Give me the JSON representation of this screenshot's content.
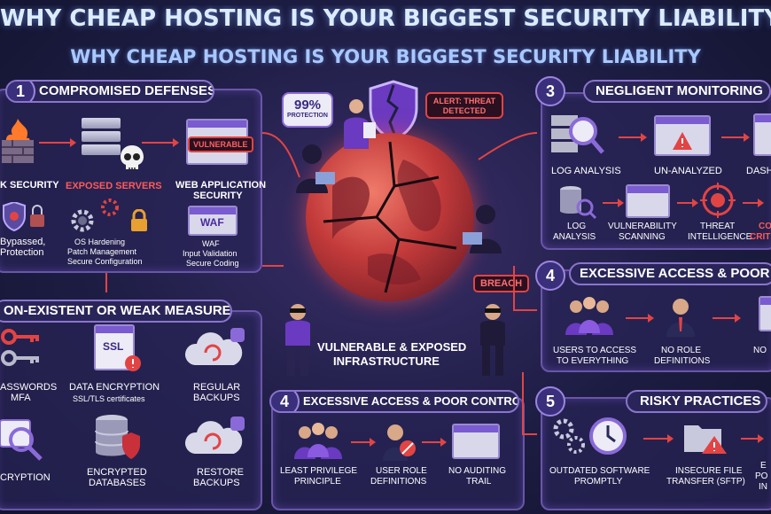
{
  "title": {
    "line1": "WHY CHEAP HOSTING IS YOUR BIGGEST SECURITY LIABILITY",
    "line2": "WHY CHEAP HOSTING IS YOUR BIGGEST SECURITY LIABILITY"
  },
  "center": {
    "protection_pct": "99%",
    "protection_label": "PROTECTION",
    "alert_line1": "ALERT: THREAT",
    "alert_line2": "DETECTED",
    "breach": "BREACH",
    "infra_line1": "VULNERABLE & EXPOSED",
    "infra_line2": "INFRASTRUCTURE"
  },
  "panel1": {
    "num": "1",
    "title": "COMPROMISED DEFENSES",
    "security": "K SECURITY",
    "exposed_servers": "EXPOSED SERVERS",
    "web_app_line1": "WEB APPLICATION",
    "web_app_line2": "SECURITY",
    "vulnerable": "VULNERABLE",
    "bypassed_line1": "Bypassed,",
    "bypassed_line2": "Protection",
    "os_line1": "OS Hardening",
    "os_line2": "Patch Management",
    "os_line3": "Secure Configuration",
    "waf": "WAF",
    "waf_line1": "WAF",
    "waf_line2": "Input Validation",
    "waf_line3": "Secure Coding"
  },
  "panel2": {
    "title": "ON-EXISTENT OR WEAK MEASURES",
    "passwords_line1": "ASSWORDS",
    "passwords_line2": "MFA",
    "ssl": "SSL",
    "encryption_line1": "DATA ENCRYPTION",
    "encryption_line2": "SSL/TLS certificates",
    "backups_line1": "REGULAR",
    "backups_line2": "BACKUPS",
    "crypt": "CRYPTION",
    "enc_db_line1": "ENCRYPTED",
    "enc_db_line2": "DATABASES",
    "restore_line1": "RESTORE",
    "restore_line2": "BACKUPS"
  },
  "panel3": {
    "num": "3",
    "title": "NEGLIGENT MONITORING",
    "log_analysis": "LOG ANALYSIS",
    "unanalyzed": "UN-ANALYZED",
    "dash": "DASH",
    "log2_line1": "LOG",
    "log2_line2": "ANALYSIS",
    "vuln_line1": "VULNERABILITY",
    "vuln_line2": "SCANNING",
    "threat_line1": "THREAT",
    "threat_line2": "INTELLIGENCE",
    "crit_line1": "CO",
    "crit_line2": "CRITI"
  },
  "panel4r": {
    "num": "4",
    "title": "EXCESSIVE ACCESS & POOR CONT",
    "users_line1": "USERS TO ACCESS",
    "users_line2": "TO EVERYTHING",
    "norole_line1": "NO ROLE",
    "norole_line2": "DEFINITIONS",
    "no": "NO"
  },
  "panel4c": {
    "num": "4",
    "title": "EXCESSIVE ACCESS & POOR CONTROL",
    "least_line1": "LEAST PRIVILEGE",
    "least_line2": "PRINCIPLE",
    "role_line1": "USER ROLE",
    "role_line2": "DEFINITIONS",
    "audit_line1": "NO AUDITING",
    "audit_line2": "TRAIL"
  },
  "panel5": {
    "num": "5",
    "title": "RISKY PRACTICES",
    "outdated_line1": "OUTDATED SOFTWARE",
    "outdated_line2": "PROMPTLY",
    "insecure_line1": "INSECURE FILE",
    "insecure_line2": "TRANSFER (SFTP)",
    "e_line1": "E",
    "e_line2": "PO",
    "e_line3": "IN"
  },
  "colors": {
    "accent": "#7a5bd0",
    "danger": "#e24444",
    "panel_border": "#6a55a8"
  }
}
